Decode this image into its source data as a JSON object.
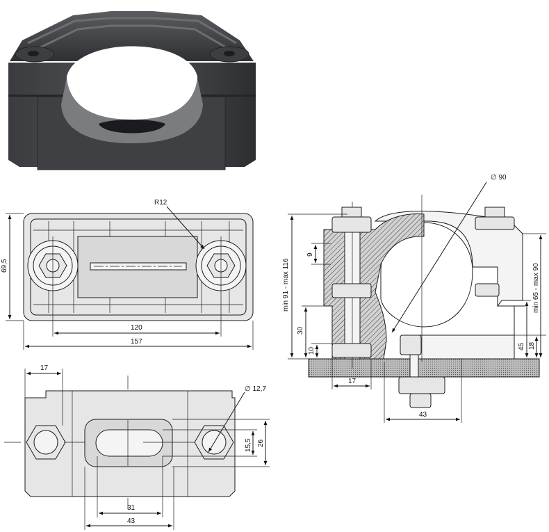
{
  "photo": {
    "alt": "Black plastic cable cleat"
  },
  "top_view": {
    "radius_label": "R12",
    "height_label": "69,5",
    "inner_span_label": "120",
    "overall_width_label": "157"
  },
  "base_view": {
    "offset_label": "17",
    "hole_label": "∅ 12,7",
    "slot_width_label": "15,5",
    "outer_width_label": "26",
    "slot_length_label": "31",
    "outer_length_label": "43"
  },
  "side_view": {
    "diameter_label": "∅ 90",
    "range_left_label": "min 91 - max 116",
    "range_right_label": "min 65 - max 90",
    "dim_9": "9",
    "dim_30": "30",
    "dim_10": "10",
    "dim_17": "17",
    "dim_43": "43",
    "dim_45": "45",
    "dim_18": "18"
  }
}
